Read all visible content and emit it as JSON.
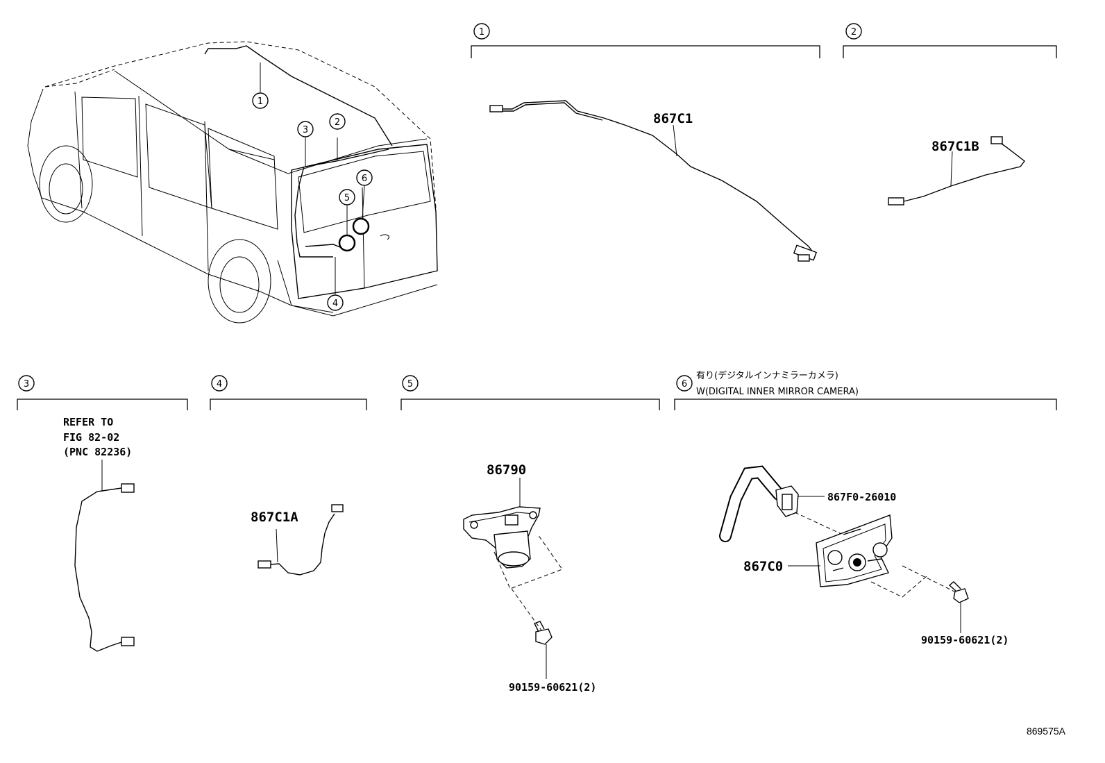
{
  "overview": {
    "callouts": [
      "1",
      "2",
      "3",
      "4",
      "5",
      "6"
    ]
  },
  "sections": [
    {
      "number": "1",
      "parts": [
        {
          "label": "867C1"
        }
      ]
    },
    {
      "number": "2",
      "parts": [
        {
          "label": "867C1B"
        }
      ]
    },
    {
      "number": "3",
      "reference": [
        "REFER TO",
        "FIG 82-02",
        "(PNC 82236)"
      ]
    },
    {
      "number": "4",
      "parts": [
        {
          "label": "867C1A"
        }
      ]
    },
    {
      "number": "5",
      "parts": [
        {
          "label": "86790"
        },
        {
          "label": "90159-60621(2)"
        }
      ]
    },
    {
      "number": "6",
      "note_jp": "有り(デジタルインナミラーカメラ)",
      "note_en": "W(DIGITAL INNER MIRROR CAMERA)",
      "parts": [
        {
          "label": "867F0-26010"
        },
        {
          "label": "867C0"
        },
        {
          "label": "90159-60621(2)"
        }
      ]
    }
  ],
  "figure_id": "869575A"
}
